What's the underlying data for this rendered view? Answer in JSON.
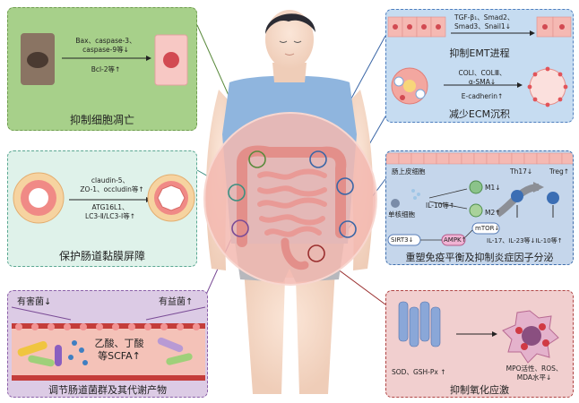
{
  "center": {},
  "panels": {
    "apoptosis": {
      "title": "抑制细胞凋亡",
      "line1": "Bax、caspase-3、",
      "line2": "caspase-9等↓",
      "line3": "Bcl-2等↑",
      "color": "#a7d08a"
    },
    "emt": {
      "title": "抑制EMT进程",
      "line1": "TGF-β₁、Smad2、",
      "line2": "Smad3、Snail1↓",
      "color": "#c6dcf1"
    },
    "ecm": {
      "title": "减少ECM沉积",
      "line1": "COLⅠ、COLⅢ、",
      "line2": "α-SMA↓",
      "line3": "E-cadherin↑"
    },
    "barrier": {
      "title": "保护肠道黏膜屏障",
      "line1": "claudin-5、",
      "line2": "ZO-1、occludin等↑",
      "line3": "ATG16L1、",
      "line4": "LC3-Ⅱ/LC3-Ⅰ等↑",
      "color": "#dff2ea"
    },
    "immune": {
      "title": "重塑免疫平衡及抑制炎症因子分泌",
      "epithelial": "肠上皮细胞",
      "monocyte": "单核细胞",
      "il10_in": "IL-10等↑",
      "m1": "M1↓",
      "m2": "M2↑",
      "th17": "Th17↓",
      "treg": "Treg↑",
      "sirt3": "SIRT3↓",
      "ampk": "AMPK↑",
      "mtor": "mTOR↓",
      "cytokines": "IL-17、IL-23等↓IL-10等↑",
      "color": "#c5d6eb"
    },
    "microbiota": {
      "title": "调节肠道菌群及其代谢产物",
      "harmful": "有害菌↓",
      "beneficial": "有益菌↑",
      "scfa1": "乙酸、丁酸",
      "scfa2": "等SCFA↑",
      "color": "#dccbe5"
    },
    "oxidative": {
      "title": "抑制氧化应激",
      "left": "SOD、GSH-Px ↑",
      "right1": "MPO活性、ROS、",
      "right2": "MDA水平↓",
      "color": "#f1cfcf"
    }
  }
}
